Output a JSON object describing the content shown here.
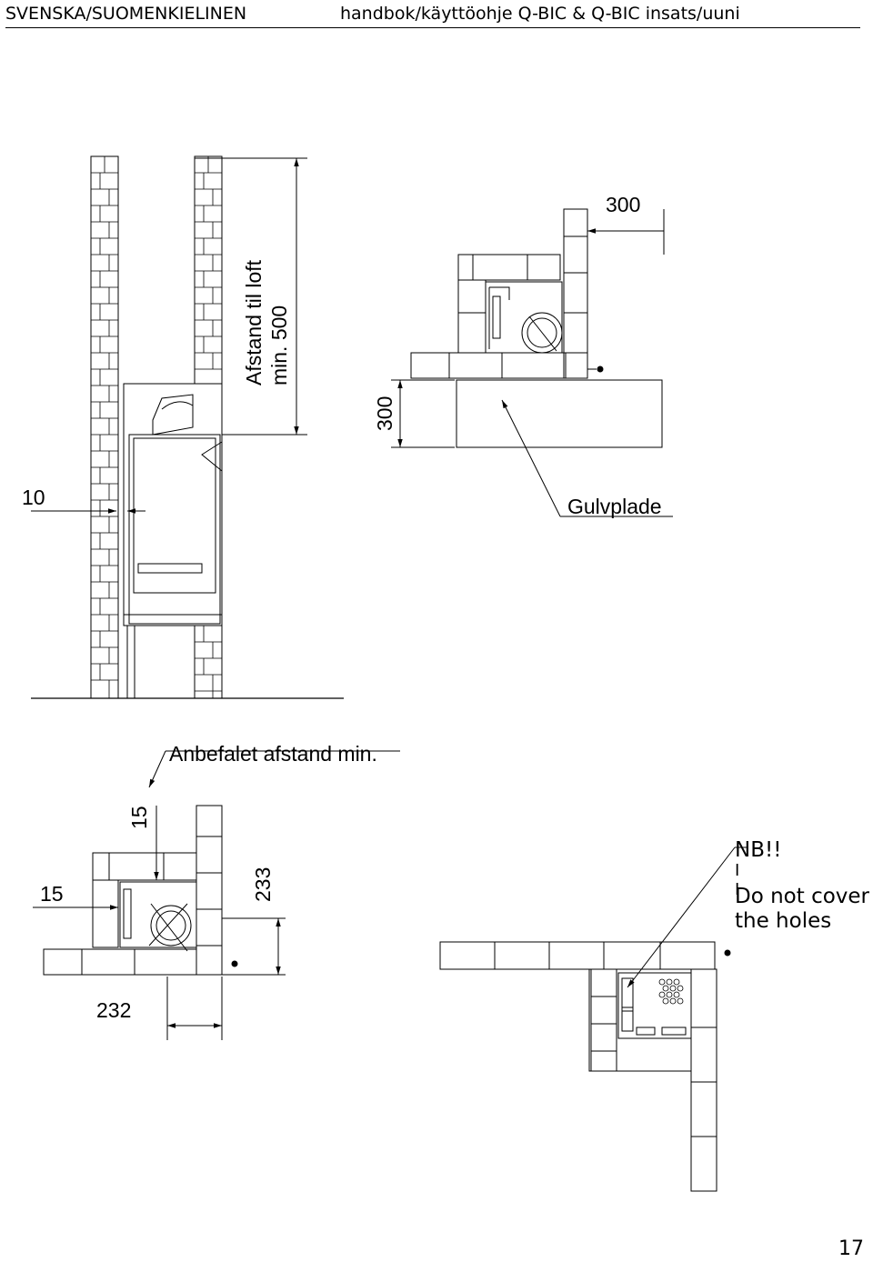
{
  "header": {
    "left": "SVENSKA/SUOMENKIELINEN",
    "right": "handbok/käyttöohje  Q-BIC & Q-BIC insats/uuni"
  },
  "labels": {
    "ceiling_line1": "Afstand til loft",
    "ceiling_line2": "min. 500",
    "dim_300_top": "300",
    "dim_300_side": "300",
    "dim_10": "10",
    "floor_plate": "Gulvplade",
    "recommended": "Anbefalet afstand min.",
    "dim_15_top": "15",
    "dim_15_left": "15",
    "dim_233": "233",
    "dim_232": "232"
  },
  "note": {
    "title": "NB!!",
    "mark1": "I",
    "mark2": "I",
    "line1": "Do not cover",
    "line2": "the holes"
  },
  "page_number": "17"
}
